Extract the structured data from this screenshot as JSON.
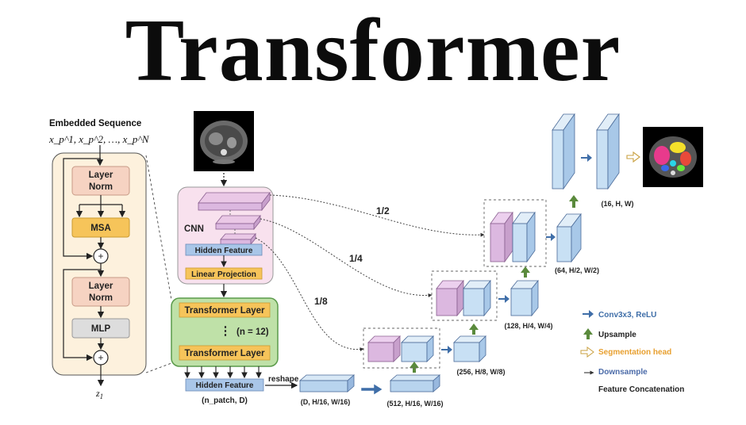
{
  "title": "Transformer",
  "encoder": {
    "embedded_sequence_label": "Embedded Sequence",
    "embedded_sequence_math": "x_p^1, x_p^2, …, x_p^N",
    "layer_norm_1": "Layer Norm",
    "msa": "MSA",
    "layer_norm_2": "Layer Norm",
    "mlp": "MLP",
    "plus": "+",
    "output": "z_1"
  },
  "cnn_block": {
    "label": "CNN",
    "hidden_feature": "Hidden Feature",
    "linear_projection": "Linear Projection"
  },
  "transformer_block": {
    "layer_top": "Transformer Layer",
    "repeat": "(n = 12)",
    "layer_bottom": "Transformer Layer"
  },
  "bottom": {
    "hidden_feature": "Hidden Feature",
    "n_patch": "(n_patch, D)",
    "reshape": "reshape",
    "dim_1": "(D, H/16, W/16)",
    "dim_2": "(512, H/16, W/16)"
  },
  "decoder": {
    "dim_256": "(256, H/8, W/8)",
    "dim_128": "(128, H/4, W/4)",
    "dim_64": "(64, H/2, W/2)",
    "dim_16": "(16, H, W)",
    "skip_half": "1/2",
    "skip_quarter": "1/4",
    "skip_eighth": "1/8"
  },
  "legend": {
    "conv": "Conv3x3, ReLU",
    "upsample": "Upsample",
    "seg_head": "Segmentation head",
    "downsample": "Downsample",
    "concat": "Feature Concatenation"
  },
  "colors": {
    "encoder_bg": "#fdf1dd",
    "layer_norm": "#f6d3c2",
    "msa": "#f6c45a",
    "mlp": "#dddddd",
    "cnn_bg": "#f8e1ee",
    "transformer_bg": "#bfe1a8",
    "transformer_layer": "#f6c45a",
    "hidden_feature": "#a9c6e8",
    "cube_blue": "#c8e0f4",
    "cube_pink": "#dcb8e0",
    "conv_arrow": "#3f6ea8",
    "upsample_arrow": "#5a8a3c",
    "seg_head_text": "#e8a030",
    "downsample_text": "#4a6aa8"
  }
}
